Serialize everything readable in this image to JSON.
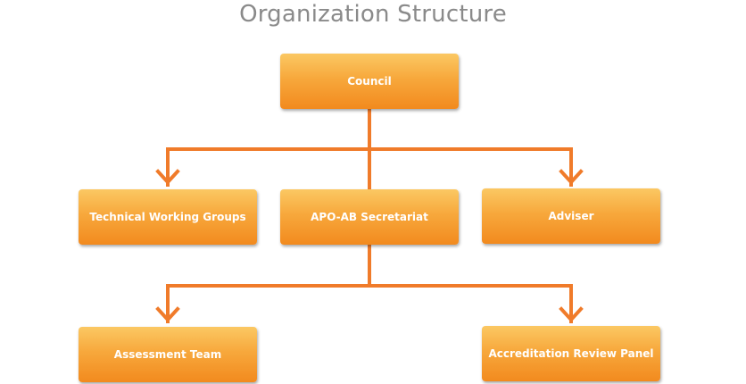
{
  "title": "Organization Structure",
  "colors": {
    "connector": "#f07b2a",
    "box_top": "#fbc863",
    "box_bottom": "#f28a1e",
    "title_text": "#8a8a8a"
  },
  "nodes": {
    "council": "Council",
    "technical_working_groups": "Technical Working Groups",
    "secretariat": "APO-AB Secretariat",
    "adviser": "Adviser",
    "assessment_team": "Assessment Team",
    "accreditation_review_panel": "Accreditation Review Panel"
  }
}
